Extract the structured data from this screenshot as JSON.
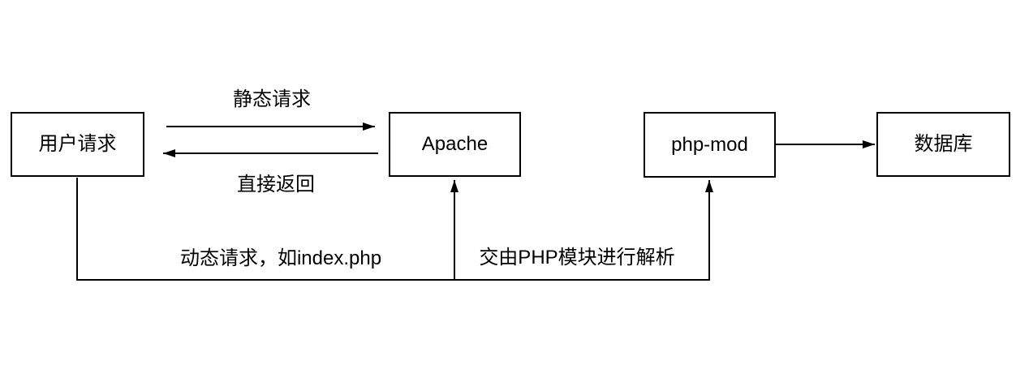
{
  "diagram": {
    "background_color": "#ffffff",
    "stroke_color": "#000000",
    "text_color": "#000000",
    "nodes": [
      {
        "id": "user-request",
        "label": "用户请求"
      },
      {
        "id": "apache",
        "label": "Apache"
      },
      {
        "id": "php-mod",
        "label": "php-mod"
      },
      {
        "id": "database",
        "label": "数据库"
      }
    ],
    "edges": [
      {
        "from": "user-request",
        "to": "apache",
        "label": "静态请求",
        "style": "straight-right-arrow"
      },
      {
        "from": "apache",
        "to": "user-request",
        "label": "直接返回",
        "style": "straight-left-arrow"
      },
      {
        "from": "user-request",
        "to": "apache",
        "label": "动态请求，如index.php",
        "style": "elbow-down-right-up-arrow"
      },
      {
        "from": "apache",
        "to": "php-mod",
        "label": "交由PHP模块进行解析",
        "style": "elbow-right-up-arrow"
      },
      {
        "from": "php-mod",
        "to": "database",
        "label": "",
        "style": "straight-right-arrow"
      }
    ],
    "edge_labels": {
      "static_request": "静态请求",
      "direct_return": "直接返回",
      "dynamic_request": "动态请求，如index.php",
      "php_parse": "交由PHP模块进行解析"
    }
  }
}
